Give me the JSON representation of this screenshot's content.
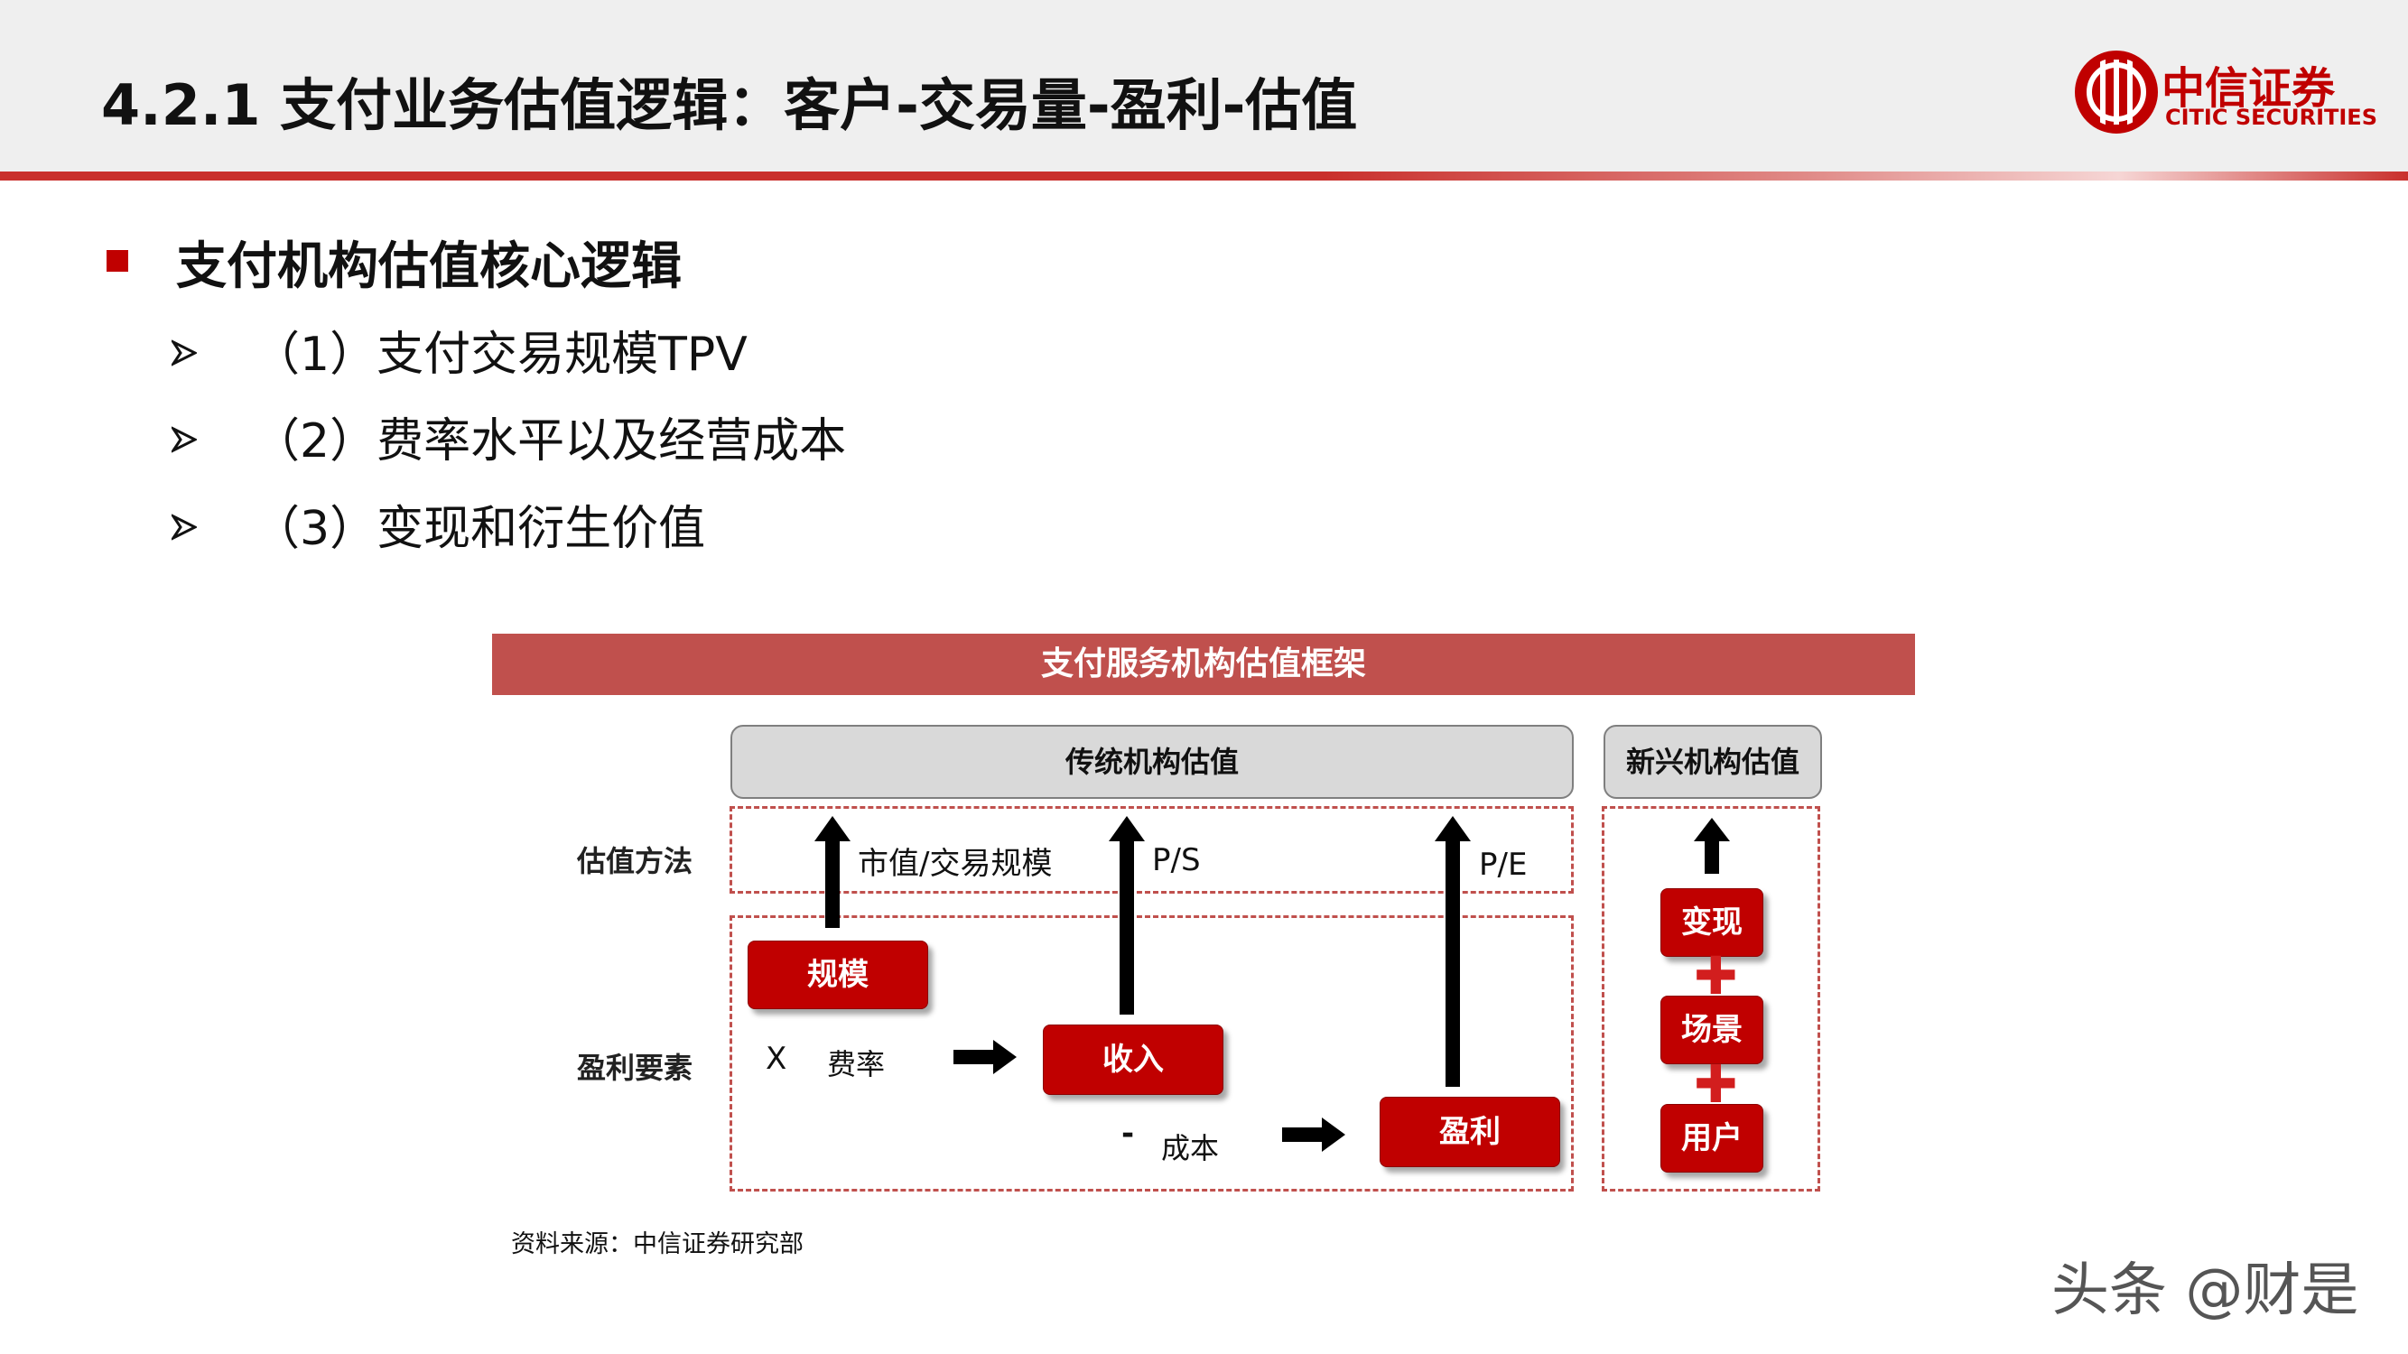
{
  "header": {
    "title": "4.2.1 支付业务估值逻辑：客户-交易量-盈利-估值",
    "logo_cn": "中信证券",
    "logo_en": "CITIC SECURITIES",
    "accent_color": "#c9302c"
  },
  "section": {
    "heading": "支付机构估值核心逻辑",
    "items": [
      {
        "label": "（1）支付交易规模TPV"
      },
      {
        "label": "（2）费率水平以及经营成本"
      },
      {
        "label": "（3）变现和衍生价值"
      }
    ]
  },
  "diagram": {
    "title": "支付服务机构估值框架",
    "traditional_header": "传统机构估值",
    "emerging_header": "新兴机构估值",
    "row_labels": {
      "valuation_method": "估值方法",
      "profit_factors": "盈利要素"
    },
    "methods": {
      "scale_metric": "市值/交易规模",
      "ps": "P/S",
      "pe": "P/E"
    },
    "boxes": {
      "scale": "规模",
      "revenue": "收入",
      "profit": "盈利",
      "monetize": "变现",
      "scenario": "场景",
      "user": "用户"
    },
    "operators": {
      "times": "X",
      "fee_rate": "费率",
      "minus": "-",
      "cost": "成本",
      "plus": "✚"
    },
    "box_color": "#c00000",
    "title_bar_color": "#c0504d"
  },
  "footer": {
    "source": "资料来源：中信证券研究部",
    "watermark": "头条 @财是"
  }
}
